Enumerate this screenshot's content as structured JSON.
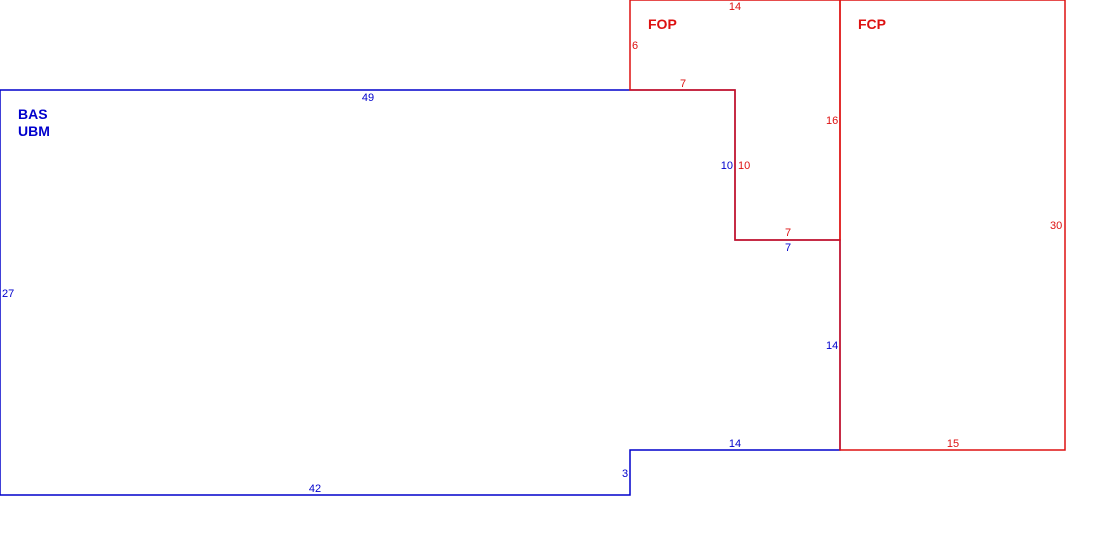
{
  "colors": {
    "base": "#0000cc",
    "addition": "#dd1111",
    "background": "#ffffff"
  },
  "areas": {
    "base": {
      "code": "BAS",
      "subcode": "UBM"
    },
    "open_porch": {
      "code": "FOP"
    },
    "closed_porch": {
      "code": "FCP"
    }
  },
  "dimensions": {
    "base": {
      "top": "49",
      "left": "27",
      "bottom_long": "42",
      "bottom_step": "3",
      "step_top": "14",
      "right_lower": "14",
      "notch_bottom": "7",
      "notch_side": "10"
    },
    "open_porch": {
      "top": "14",
      "left": "6",
      "bottom": "7",
      "inner_side": "10",
      "right": "16",
      "notch_top": "7"
    },
    "closed_porch": {
      "right": "30",
      "bottom": "15"
    }
  }
}
